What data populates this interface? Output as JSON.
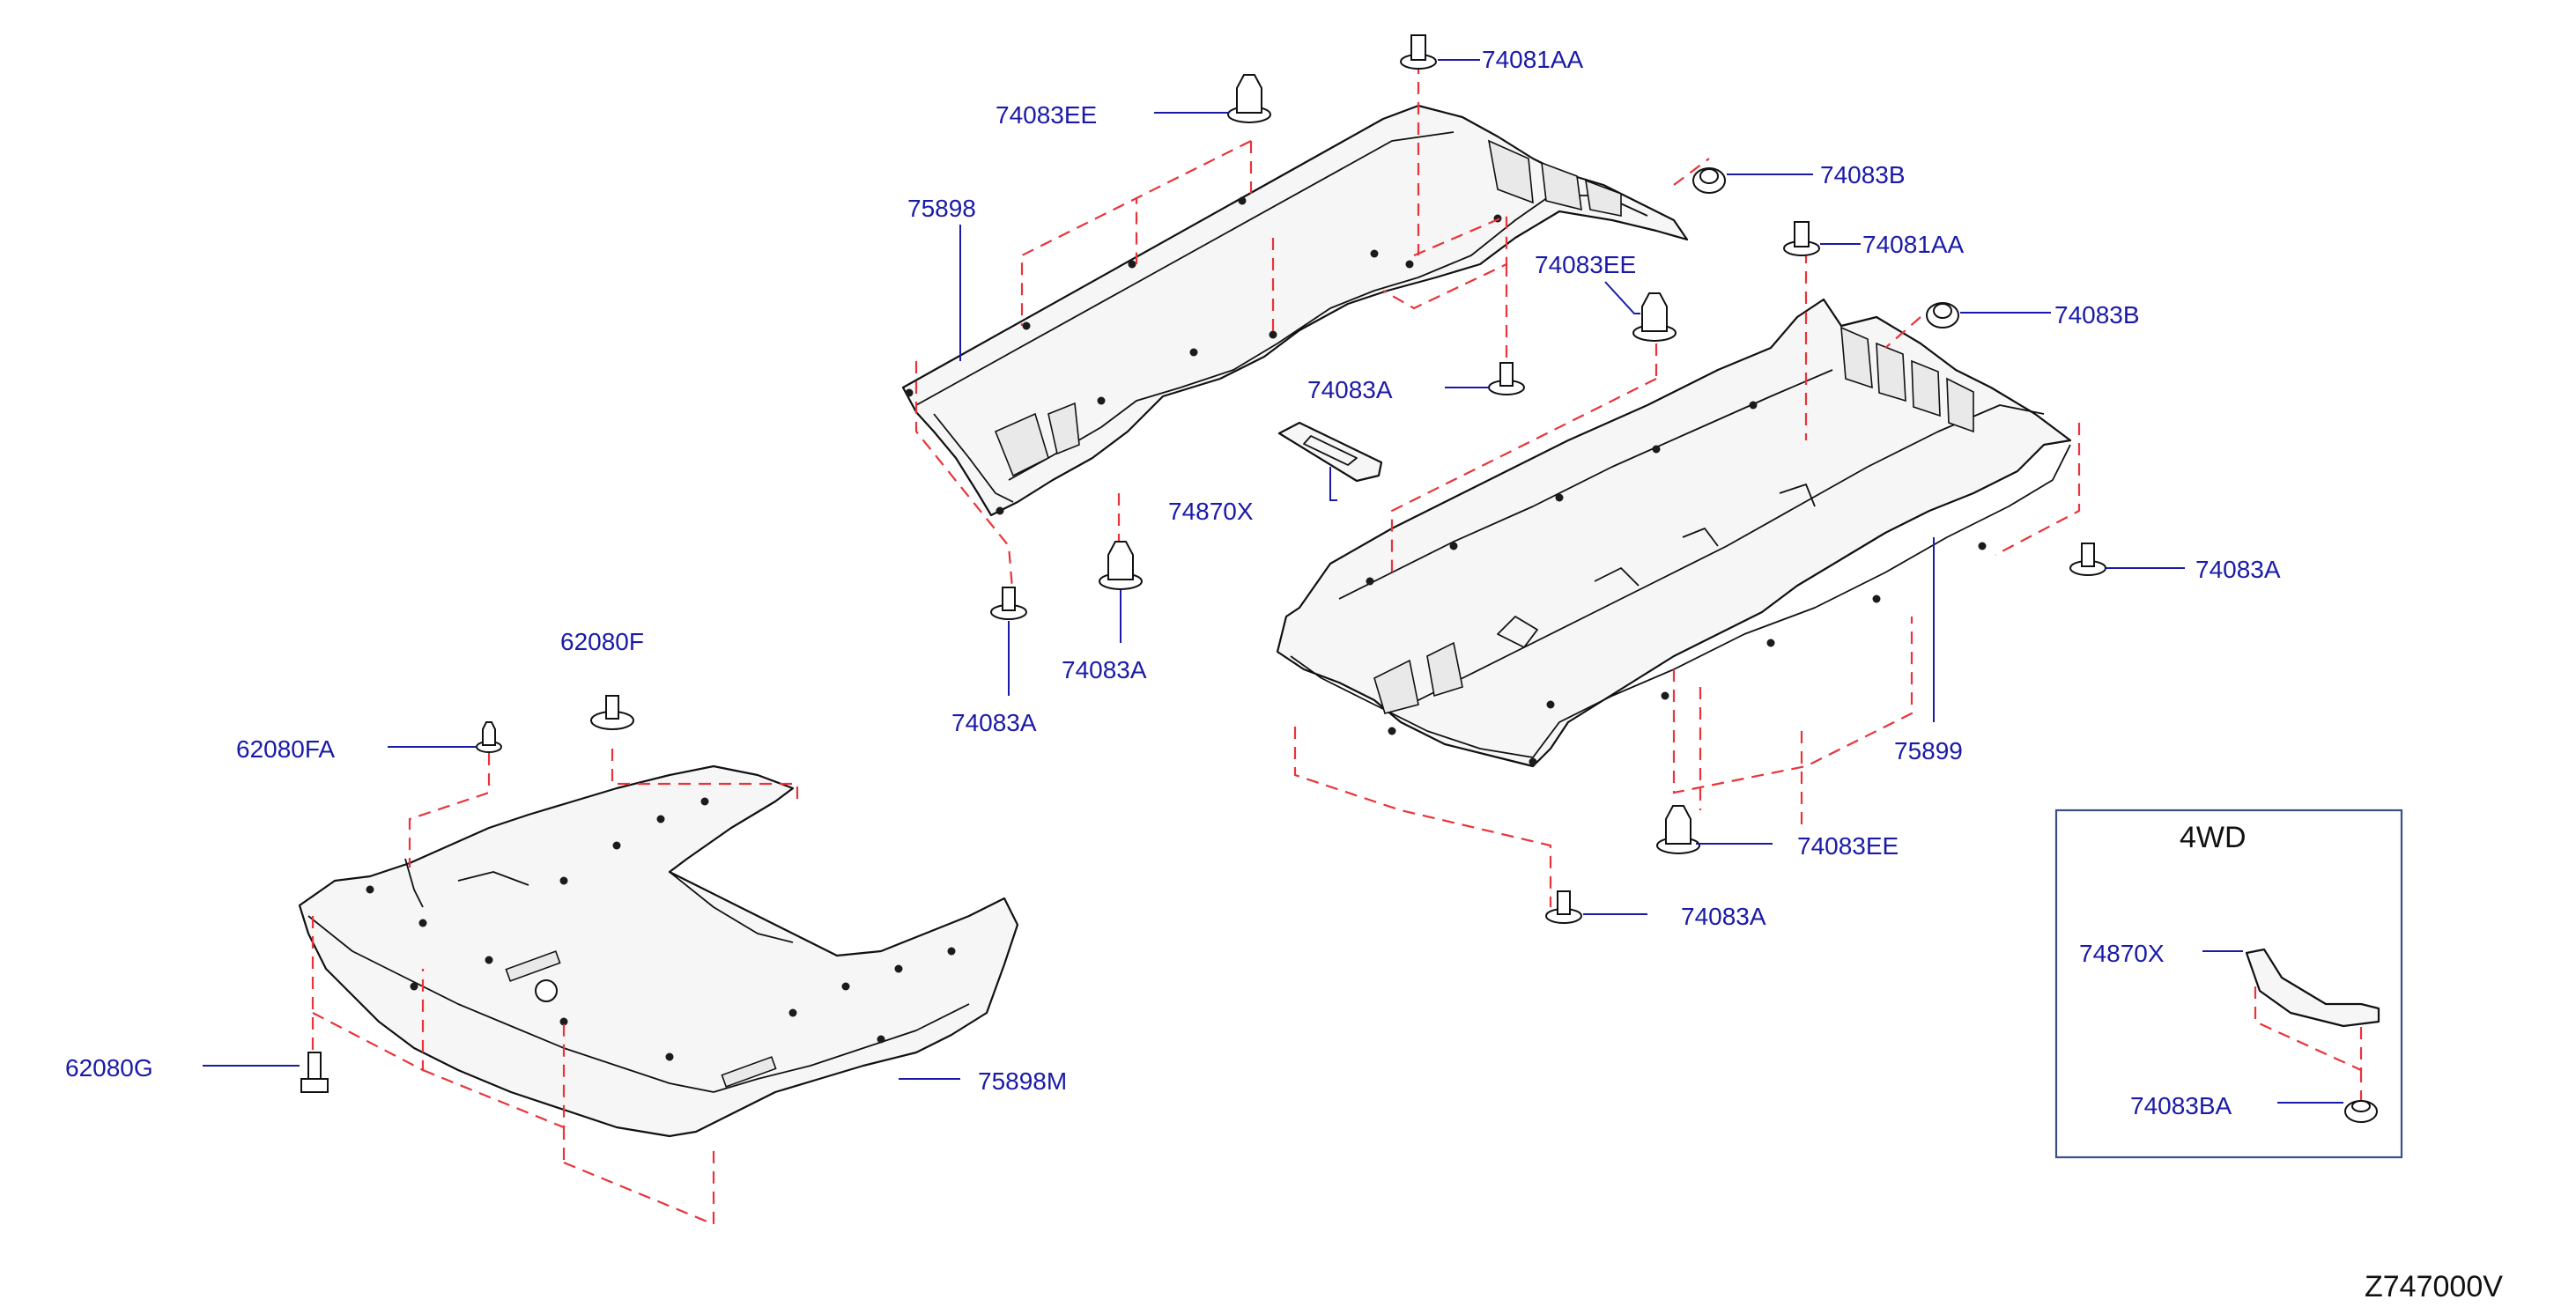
{
  "diagram_id": "Z747000V",
  "box": {
    "title": "4WD"
  },
  "labels": {
    "74081AA_top": "74081AA",
    "74083EE_top": "74083EE",
    "75898": "75898",
    "74083B_top": "74083B",
    "74081AA_right": "74081AA",
    "74083EE_mid": "74083EE",
    "74083B_right": "74083B",
    "74083A_mid": "74083A",
    "74870X": "74870X",
    "74083A_left": "74083A",
    "74083A_center": "74083A",
    "74083A_far_right": "74083A",
    "75899": "75899",
    "62080F": "62080F",
    "62080FA": "62080FA",
    "74083EE_low": "74083EE",
    "74083A_low": "74083A",
    "62080G": "62080G",
    "75898M": "75898M",
    "74870X_box": "74870X",
    "74083BA_box": "74083BA"
  }
}
